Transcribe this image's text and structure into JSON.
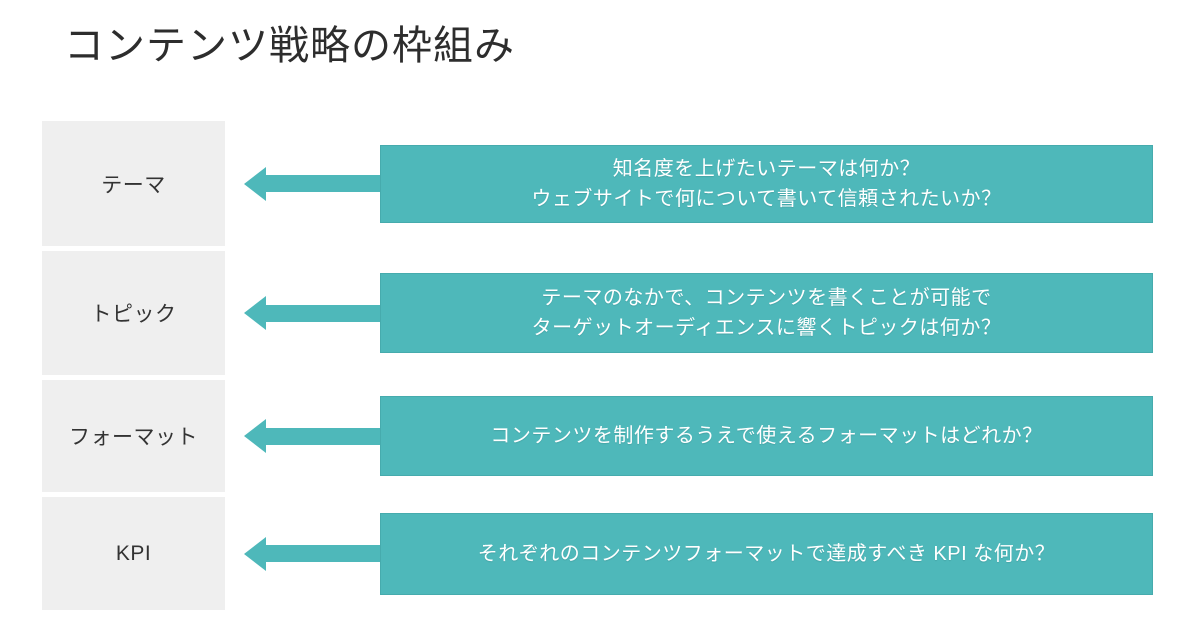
{
  "colors": {
    "teal": "#4eb8ba",
    "label_bg": "#efefef",
    "title_text": "#2d2d2d",
    "label_text": "#333333",
    "question_text": "#ffffff"
  },
  "header": {
    "title": "コンテンツ戦略の枠組み"
  },
  "framework": {
    "rows": [
      {
        "label": "テーマ",
        "question_lines": [
          "知名度を上げたいテーマは何か？",
          "ウェブサイトで何について書いて信頼されたいか？"
        ]
      },
      {
        "label": "トピック",
        "question_lines": [
          "テーマのなかで、コンテンツを書くことが可能で",
          "ターゲットオーディエンスに響くトピックは何か？"
        ]
      },
      {
        "label": "フォーマット",
        "question_lines": [
          "コンテンツを制作するうえで使えるフォーマットはどれか？"
        ]
      },
      {
        "label": "KPI",
        "question_lines": [
          "それぞれのコンテンツフォーマットで達成すべき KPI な何か？"
        ]
      }
    ]
  }
}
